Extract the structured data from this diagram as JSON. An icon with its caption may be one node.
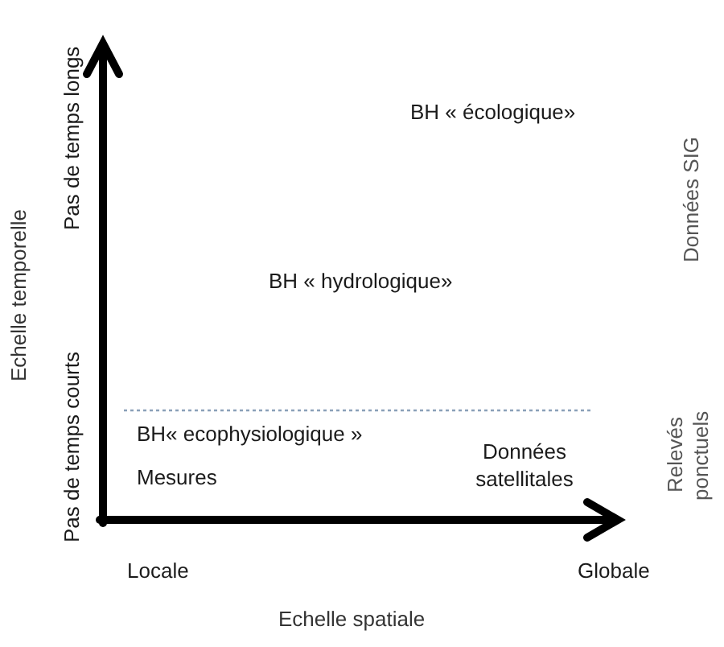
{
  "diagram": {
    "labels": [
      "Pas de temps longs",
      "BH « écologique»",
      "Données SIG",
      "Echelle temporelle",
      "BH « hydrologique»",
      "Pas de temps courts",
      "Relevés ponctuels",
      "BH« ecophysiologique »",
      "Données satellitales",
      "Mesures",
      "Locale",
      "Globale",
      "Echelle spatiale"
    ]
  }
}
